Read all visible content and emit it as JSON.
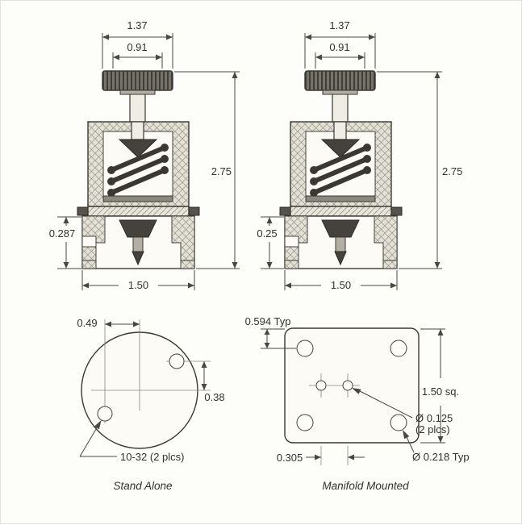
{
  "front_views": {
    "left": {
      "width_outer": "1.37",
      "width_inner": "0.91",
      "height": "2.75",
      "port_height": "0.287",
      "base_width": "1.50"
    },
    "right": {
      "width_outer": "1.37",
      "width_inner": "0.91",
      "height": "2.75",
      "port_height": "0.25",
      "base_width": "1.50"
    }
  },
  "bottom_views": {
    "stand_alone": {
      "hole_offset_x": "0.49",
      "hole_offset_y": "0.38",
      "thread_note": "10-32 (2 plcs)",
      "caption": "Stand Alone"
    },
    "manifold": {
      "edge_offset": "0.594 Typ",
      "square_size": "1.50 sq.",
      "small_hole": "Ø 0.125",
      "small_hole_qty": "(2 plcs)",
      "corner_hole": "Ø 0.218 Typ",
      "hole_spacing": "0.305",
      "caption": "Manifold Mounted"
    }
  },
  "colors": {
    "line": "#3b3933",
    "dimension": "#4a473f",
    "hatch": "#97938a",
    "background": "#fdfdfa"
  }
}
